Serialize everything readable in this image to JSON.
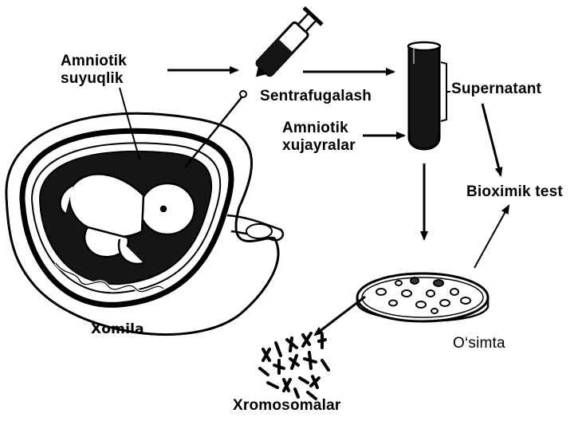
{
  "labels": {
    "amniotic_fluid_line1": "Amniotik",
    "amniotic_fluid_line2": "suyuqlik",
    "centrifugation": "Sentrafugalash",
    "amniotic_cells_line1": "Amniotik",
    "amniotic_cells_line2": "xujayralar",
    "supernatant": "Supernatant",
    "biochemical_test": "Bioximik test",
    "culture": "O‘simta",
    "chromosomes": "Xromosomalar",
    "fetus": "Xomila"
  },
  "colors": {
    "ink": "#000000",
    "fluid": "#151515",
    "background": "#ffffff"
  }
}
